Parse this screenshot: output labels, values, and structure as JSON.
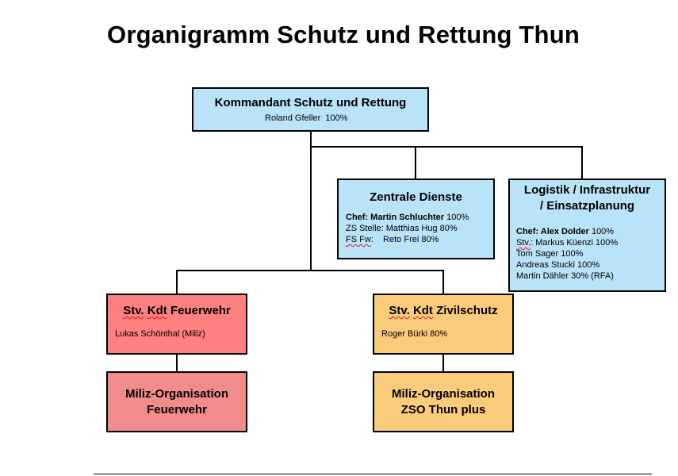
{
  "title": "Organigramm Schutz und Rettung Thun",
  "colors": {
    "blue": "#b9e3f8",
    "red": "#ff8080",
    "pink": "#f28b8b",
    "orange": "#fbcb7c"
  },
  "commander": {
    "title": "Kommandant Schutz und Rettung",
    "person": "Roland Gfeller  100%"
  },
  "central_services": {
    "title": "Zentrale Dienste",
    "chef_label": "Chef: Martin Schluchter",
    "chef_pct": " 100%",
    "zs_line": "ZS Stelle: Matthias Hug 80%",
    "fs_label": "FS Fw",
    "fs_value": ":    Reto Frei 80%"
  },
  "logistics": {
    "title_line1": "Logistik / Infrastruktur",
    "title_line2": "/ Einsatzplanung",
    "chef_label": "Chef: Alex Dolder",
    "chef_pct": " 100%",
    "stv_label": "Stv.",
    "stv_value": ": Markus Küenzi 100%",
    "member1": "Tom Sager 100%",
    "member2": "Andreas Stucki 100%",
    "member3": "Martin Dähler 30% (RFA)"
  },
  "fire_deputy": {
    "stv": "Stv.",
    "kdt": "Kdt",
    "rest": "Feuerwehr",
    "person": "Lukas Schönthal (Miliz)"
  },
  "civil_deputy": {
    "stv": "Stv.",
    "kdt": "Kdt",
    "rest": "Zivilschutz",
    "person": "Roger Bürki 80%"
  },
  "fire_militia": {
    "line1": "Miliz-Organisation",
    "line2": "Feuerwehr"
  },
  "civil_militia": {
    "line1": "Miliz-Organisation",
    "line2": "ZSO Thun plus"
  }
}
